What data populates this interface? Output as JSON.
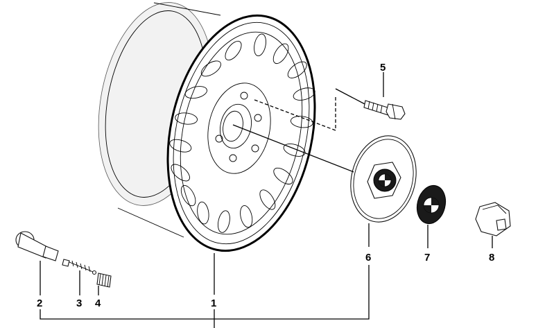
{
  "diagram": {
    "callouts": [
      {
        "id": "1",
        "label": "1"
      },
      {
        "id": "2",
        "label": "2"
      },
      {
        "id": "3",
        "label": "3"
      },
      {
        "id": "4",
        "label": "4"
      },
      {
        "id": "5",
        "label": "5"
      },
      {
        "id": "6",
        "label": "6"
      },
      {
        "id": "7",
        "label": "7"
      },
      {
        "id": "8",
        "label": "8"
      }
    ],
    "parts": [
      {
        "callout": "1",
        "icon": "alloy-wheel-rim"
      },
      {
        "callout": "2",
        "icon": "tire-valve-stem"
      },
      {
        "callout": "3",
        "icon": "valve-core"
      },
      {
        "callout": "4",
        "icon": "valve-cap"
      },
      {
        "callout": "5",
        "icon": "wheel-bolt"
      },
      {
        "callout": "6",
        "icon": "hub-cap"
      },
      {
        "callout": "7",
        "icon": "emblem-badge"
      },
      {
        "callout": "8",
        "icon": "lock-nut"
      }
    ],
    "colors": {
      "line": "#000000",
      "background": "#ffffff",
      "badge": "#1a1a1a"
    }
  }
}
